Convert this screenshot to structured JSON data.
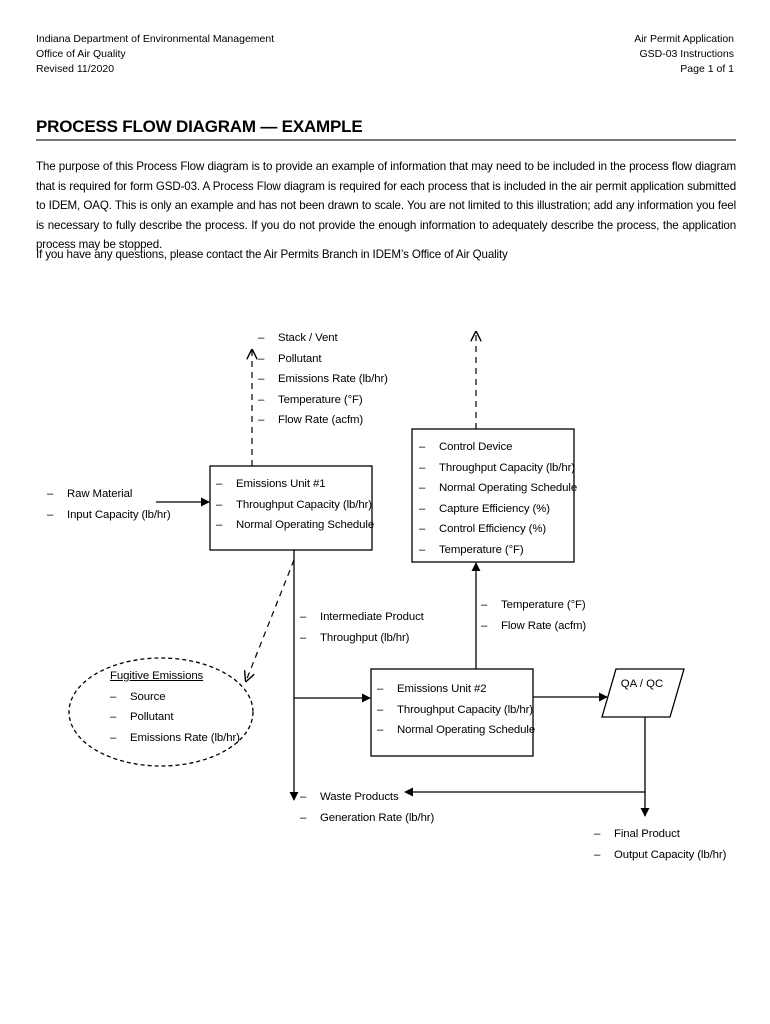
{
  "header": {
    "left": [
      "Indiana Department of Environmental Management",
      "Office of Air Quality",
      "Revised 11/2020"
    ],
    "right": [
      "Air Permit Application",
      "GSD-03 Instructions",
      "Page 1 of 1"
    ]
  },
  "title": "PROCESS FLOW DIAGRAM — EXAMPLE",
  "paragraphs": {
    "purpose": "The purpose of this Process Flow diagram is to provide an example of information that may need to be included in the process flow diagram that is required for form GSD-03.  A Process Flow diagram is required for each process that is included in the air permit application submitted to IDEM, OAQ.  This is only an example and has not been drawn to scale.  You are not limited to this illustration; add any information you feel is necessary to fully describe the process.  If you do not provide the enough information to adequately describe the process, the application process may be stopped.",
    "contact": "If you have any questions, please contact the Air Permits Branch in IDEM’s Office of Air Quality"
  },
  "diagram": {
    "dash": "–",
    "stack_vent": [
      "Stack / Vent",
      "Pollutant",
      "Emissions Rate (lb/hr)",
      "Temperature (°F)",
      "Flow Rate (acfm)"
    ],
    "raw_material": [
      "Raw Material",
      "Input Capacity (lb/hr)"
    ],
    "emissions_unit_1": [
      "Emissions Unit #1",
      "Throughput Capacity (lb/hr)",
      "Normal Operating Schedule"
    ],
    "control_device": [
      "Control Device",
      "Throughput Capacity (lb/hr)",
      "Normal Operating Schedule",
      "Capture Efficiency (%)",
      "Control Efficiency (%)",
      "Temperature (°F)"
    ],
    "cd_outlet": [
      "Temperature (°F)",
      "Flow Rate (acfm)"
    ],
    "intermediate": [
      "Intermediate Product",
      "Throughput (lb/hr)"
    ],
    "fugitive_title": "Fugitive Emissions",
    "fugitive": [
      "Source",
      "Pollutant",
      "Emissions Rate (lb/hr)"
    ],
    "emissions_unit_2": [
      "Emissions Unit #2",
      "Throughput Capacity (lb/hr)",
      "Normal Operating Schedule"
    ],
    "qa_qc": "QA / QC",
    "waste": [
      "Waste Products",
      "Generation Rate (lb/hr)"
    ],
    "final_product": [
      "Final Product",
      "Output Capacity (lb/hr)"
    ]
  }
}
